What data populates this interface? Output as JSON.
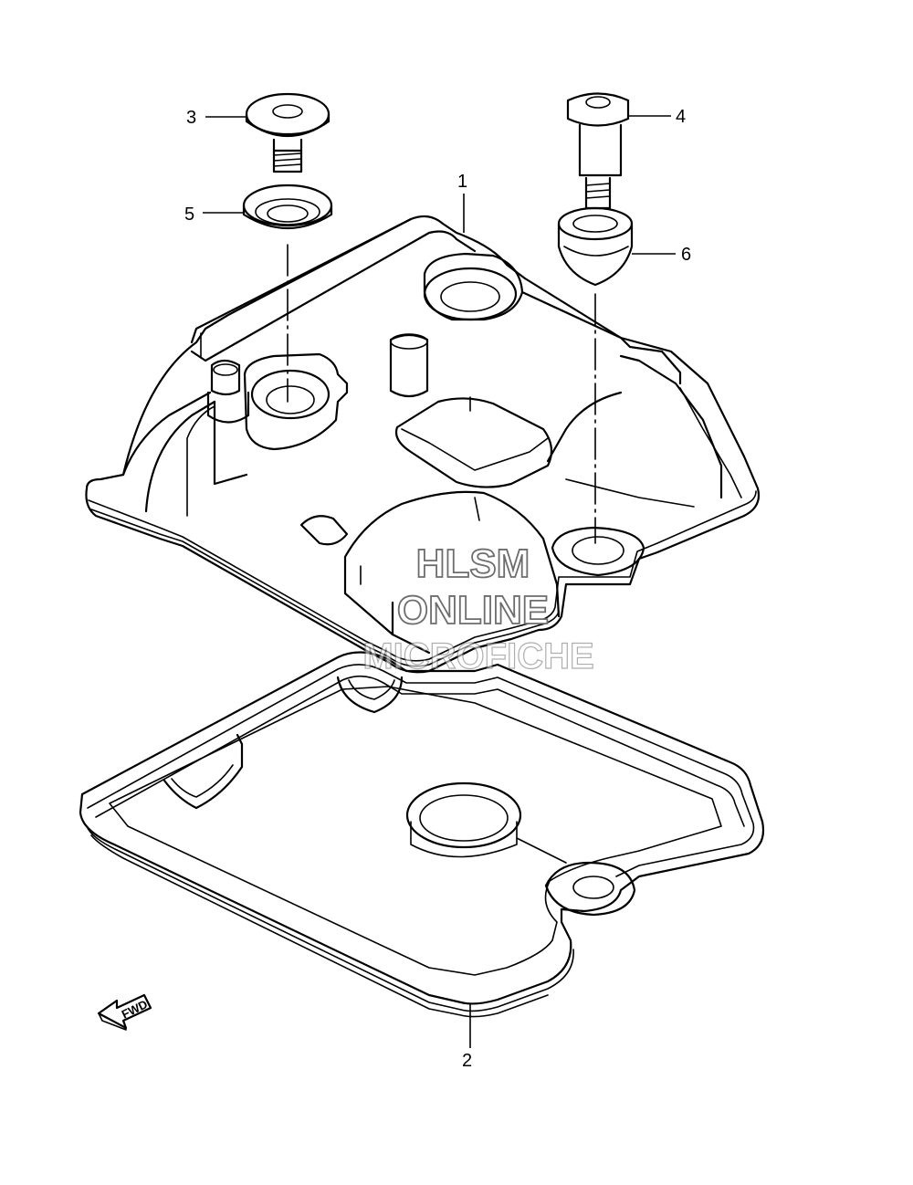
{
  "callouts": [
    {
      "id": "1",
      "label": "1"
    },
    {
      "id": "2",
      "label": "2"
    },
    {
      "id": "3",
      "label": "3"
    },
    {
      "id": "4",
      "label": "4"
    },
    {
      "id": "5",
      "label": "5"
    },
    {
      "id": "6",
      "label": "6"
    }
  ],
  "watermark": {
    "line1": "HLSM",
    "line2": "ONLINE",
    "line3": "MICROFICHE",
    "color": "#6d6d6d"
  },
  "direction_arrow": {
    "label": "FWD"
  },
  "colors": {
    "line": "#000000",
    "background": "#ffffff"
  }
}
